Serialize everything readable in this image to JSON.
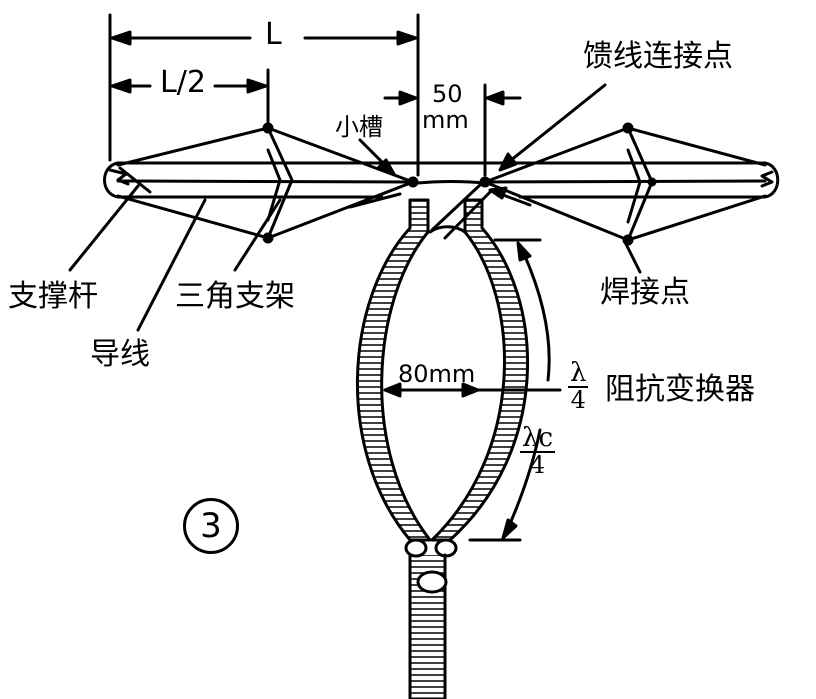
{
  "dimensions": {
    "length": "L",
    "half_length": "L/2",
    "gap_value": "50",
    "gap_unit": "mm",
    "coil_width": "80mm"
  },
  "labels": {
    "small_slot": "小槽",
    "feed_point": "馈线连接点",
    "support_rod": "支撑杆",
    "triangle_bracket": "三角支架",
    "conductor": "导线",
    "weld_point": "焊接点",
    "transformer_text": "阻抗变换器"
  },
  "fractions": {
    "quarter_wave": {
      "num": "λ",
      "den": "4"
    },
    "quarter_wave_c": {
      "num": "λc",
      "den": "4"
    }
  },
  "figure_number": "3",
  "colors": {
    "ink": "#000000",
    "paper": "#ffffff"
  }
}
